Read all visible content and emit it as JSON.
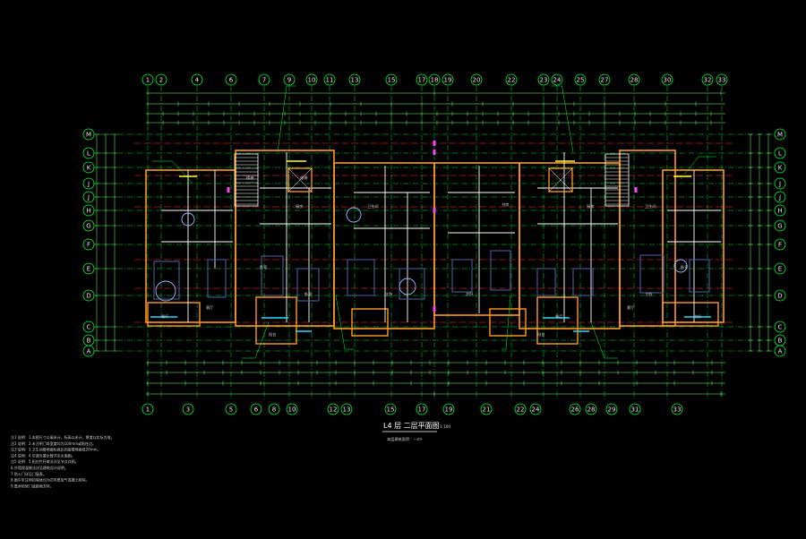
{
  "drawing": {
    "title": "L4 层 二层平面图",
    "title_suffix": "1:100",
    "subtitle": "本层建筑面积：---m²",
    "axes_top": [
      "1",
      "2",
      "4",
      "6",
      "7",
      "9",
      "10",
      "11",
      "13",
      "15",
      "17",
      "18",
      "19",
      "20",
      "22",
      "23",
      "24",
      "25",
      "27",
      "28",
      "30",
      "32",
      "33"
    ],
    "axes_bottom": [
      "1",
      "3",
      "5",
      "6",
      "8",
      "10",
      "12",
      "13",
      "15",
      "17",
      "19",
      "21",
      "22",
      "24",
      "26",
      "28",
      "29",
      "31",
      "33"
    ],
    "axes_left": [
      "M",
      "L",
      "K",
      "J",
      "J",
      "H",
      "G",
      "F",
      "E",
      "D",
      "C",
      "B",
      "A"
    ],
    "axes_right": [
      "M",
      "L",
      "K",
      "J",
      "J",
      "H",
      "G",
      "F",
      "E",
      "D",
      "C",
      "B",
      "A"
    ],
    "room_labels": [
      "餐厅",
      "客厅",
      "卧室",
      "卧室",
      "厨房",
      "卫生间",
      "阳台",
      "主卧",
      "次卧",
      "书房",
      "餐厅",
      "客厅",
      "卧室",
      "厨房",
      "阳台",
      "主卧",
      "卫生间",
      "次卧",
      "电梯",
      "楼梯"
    ],
    "notes": [
      "注1  说明：1.本图尺寸以毫米计，标高以米计，厚度以实际为准。",
      "注2  说明：2.未注明门垛宽度均为100mm或贴柱边。",
      "注3  说明：3.卫生间楼地面标高比同层楼地面低20mm。",
      "注4  说明：4.空调冷凝水管详见水施图。",
      "注5  说明：5.阳台栏杆做法详见节点详图。",
      "6.外墙保温做法详见建筑设计说明。",
      "7.防火门详见门窗表。",
      "8.图中未注明的墙体均为200厚加气混凝土砌块。",
      "9.管井检修门底距地300。"
    ]
  },
  "colors": {
    "background": "#000000",
    "axis": "#00ff33",
    "wall": "#ff9a1f",
    "wall_inner": "#ffffff",
    "dim": "#7dff7d",
    "redline": "#ff3030",
    "furniture": "#4a5a9a",
    "fixture": "#9fb7ff",
    "stair": "#ffffff",
    "accent_cyan": "#28d9ff",
    "accent_magenta": "#ff40ff",
    "yellow": "#ffff33"
  }
}
